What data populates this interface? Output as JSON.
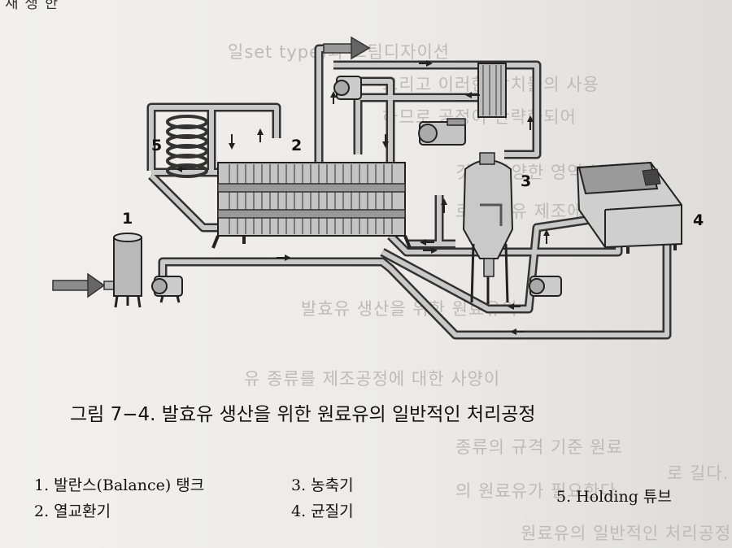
{
  "top_cut_text": "재 생 한",
  "ghost_lines": [
    "일set type)과 스팀디자이션",
    "그리고 이러한 장치들의 사용",
    "하므로 공정이 간략화되어",
    "것이 다양한 영역 분석",
    "로 발효유 제조에 대한",
    "발효유 생산을 위한 원료유의",
    "유 종류를 제조공정에 대한 사양이",
    "종류의 규격 기준 원료",
    "의 원료유가 필요한다",
    "로 길다.",
    "원료유의 일반적인 처리공정"
  ],
  "diagram": {
    "labels": [
      "1",
      "2",
      "3",
      "4",
      "5"
    ]
  },
  "caption": "그림 7−4. 발효유 생산을 위한 원료유의 일반적인 처리공정",
  "legend": [
    "1. 발란스(Balance) 탱크",
    "2. 열교환기",
    "3. 농축기",
    "4. 균질기",
    "5. Holding 튜브"
  ]
}
